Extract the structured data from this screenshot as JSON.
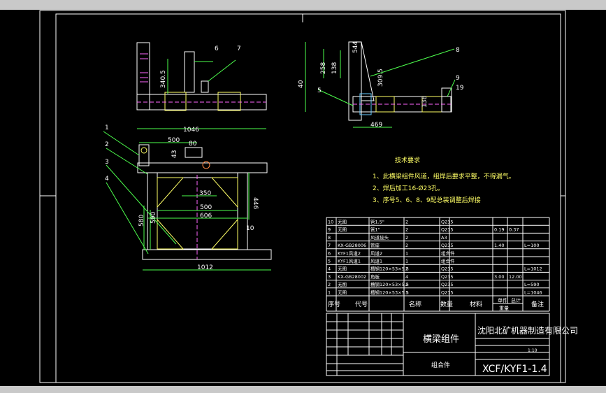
{
  "title_block": {
    "part_name": "横梁组件",
    "company": "沈阳北矿机器制造有限公司",
    "drawing_no": "XCF/KYF1-1.4",
    "scale": "1:10",
    "assembly_label": "组合件"
  },
  "dimensions": {
    "top_view": [
      "1046",
      "340.5",
      "6",
      "7"
    ],
    "side_view": [
      "40",
      "258",
      "138",
      "309.5",
      "544",
      "5",
      "8",
      "9",
      "19",
      "138",
      "469"
    ],
    "front_view": [
      "500",
      "80",
      "43",
      "350",
      "500",
      "606",
      "446",
      "10",
      "580",
      "590",
      "1012"
    ],
    "balloons": [
      "1",
      "2",
      "3",
      "4"
    ]
  },
  "technical_requirements": {
    "heading": "技术要求",
    "items": [
      "1、此横梁组件风道，组焊后要求平整，不得漏气。",
      "2、焊后加工16-Ø23孔。",
      "3、序号5、6、8、9配总装调整后焊接"
    ]
  },
  "bom": {
    "headers": [
      "序号",
      "代号",
      "名称",
      "数量",
      "材料",
      "单件",
      "总计",
      "备注"
    ],
    "weight_label": "重量",
    "rows": [
      {
        "no": "10",
        "code": "无图",
        "name": "管1.5\"",
        "qty": "2",
        "material": "Q235",
        "unit": "",
        "total": "",
        "note": ""
      },
      {
        "no": "9",
        "code": "无图",
        "name": "管1\"",
        "qty": "2",
        "material": "Q235",
        "unit": "0.19",
        "total": "0.37",
        "note": ""
      },
      {
        "no": "8",
        "code": "",
        "name": "风道接头",
        "qty": "2",
        "material": "A3",
        "unit": "",
        "total": "",
        "note": ""
      },
      {
        "no": "7",
        "code": "KX-GB28006",
        "name": "管座",
        "qty": "2",
        "material": "Q235",
        "unit": "1.40",
        "total": "",
        "note": "L=100"
      },
      {
        "no": "6",
        "code": "KYF1风道2",
        "name": "风道2",
        "qty": "1",
        "material": "组合件",
        "unit": "",
        "total": "",
        "note": ""
      },
      {
        "no": "5",
        "code": "KYF1风道1",
        "name": "风道1",
        "qty": "1",
        "material": "组合件",
        "unit": "",
        "total": "",
        "note": ""
      },
      {
        "no": "4",
        "code": "无图",
        "name": "槽钢120×53×5.5",
        "qty": "2",
        "material": "Q235",
        "unit": "",
        "total": "",
        "note": "L=1012"
      },
      {
        "no": "3",
        "code": "KX-GB28002",
        "name": "角板",
        "qty": "4",
        "material": "Q235",
        "unit": "3.00",
        "total": "12.00",
        "note": ""
      },
      {
        "no": "2",
        "code": "无图",
        "name": "槽钢120×53×5.5",
        "qty": "2",
        "material": "Q235",
        "unit": "",
        "total": "",
        "note": "L=590"
      },
      {
        "no": "1",
        "code": "无图",
        "name": "槽钢120×53×5.5",
        "qty": "1",
        "material": "Q235",
        "unit": "",
        "total": "",
        "note": "L=1046"
      }
    ]
  }
}
